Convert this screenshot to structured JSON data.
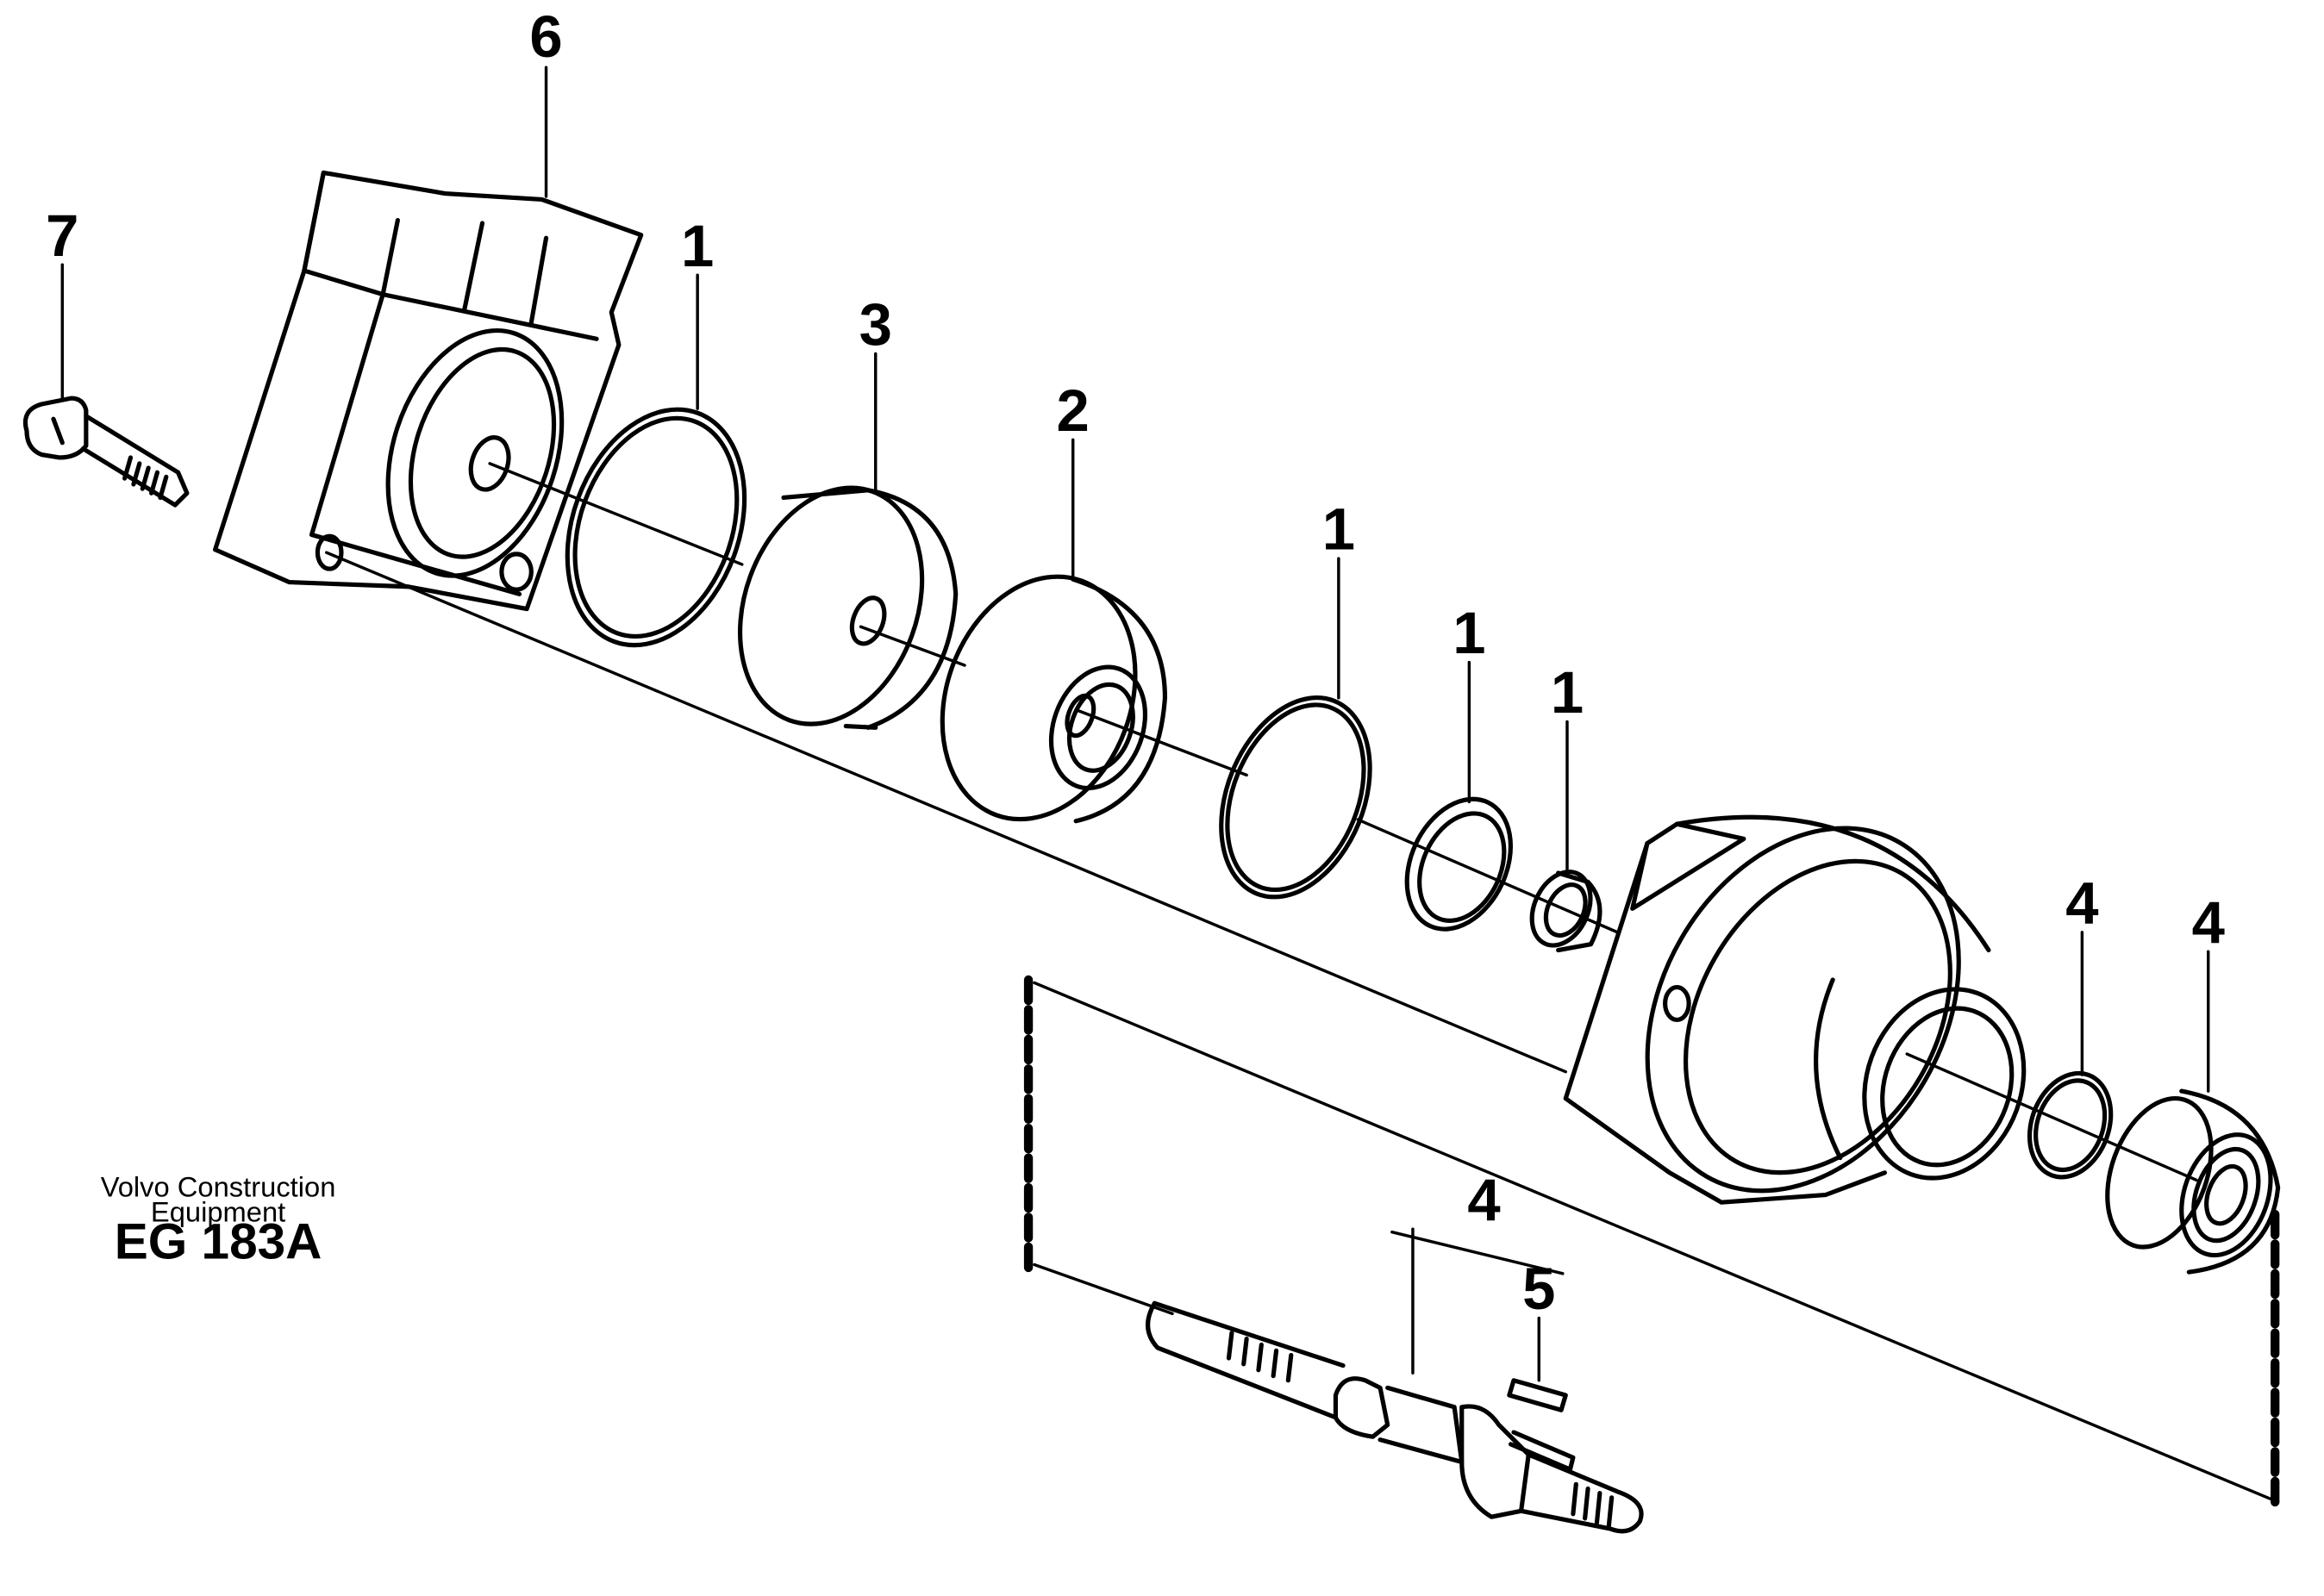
{
  "diagram": {
    "watermark": {
      "line1": "Volvo Construction",
      "line2": "Equipment",
      "code": "EG 183A"
    },
    "callouts": [
      {
        "id": "c6",
        "label": "6"
      },
      {
        "id": "c7",
        "label": "7"
      },
      {
        "id": "c1a",
        "label": "1"
      },
      {
        "id": "c3",
        "label": "3"
      },
      {
        "id": "c2",
        "label": "2"
      },
      {
        "id": "c1b",
        "label": "1"
      },
      {
        "id": "c1c",
        "label": "1"
      },
      {
        "id": "c1d",
        "label": "1"
      },
      {
        "id": "c4a",
        "label": "4"
      },
      {
        "id": "c4b",
        "label": "4"
      },
      {
        "id": "c4c",
        "label": "4"
      },
      {
        "id": "c5",
        "label": "5"
      }
    ],
    "parts": [
      "bolt",
      "pump-housing",
      "o-ring",
      "gear-spacer",
      "bearing-bushing",
      "o-ring",
      "seal-ring",
      "seal",
      "flange-housing",
      "o-ring",
      "ball-bearing",
      "drive-shaft",
      "key"
    ]
  }
}
